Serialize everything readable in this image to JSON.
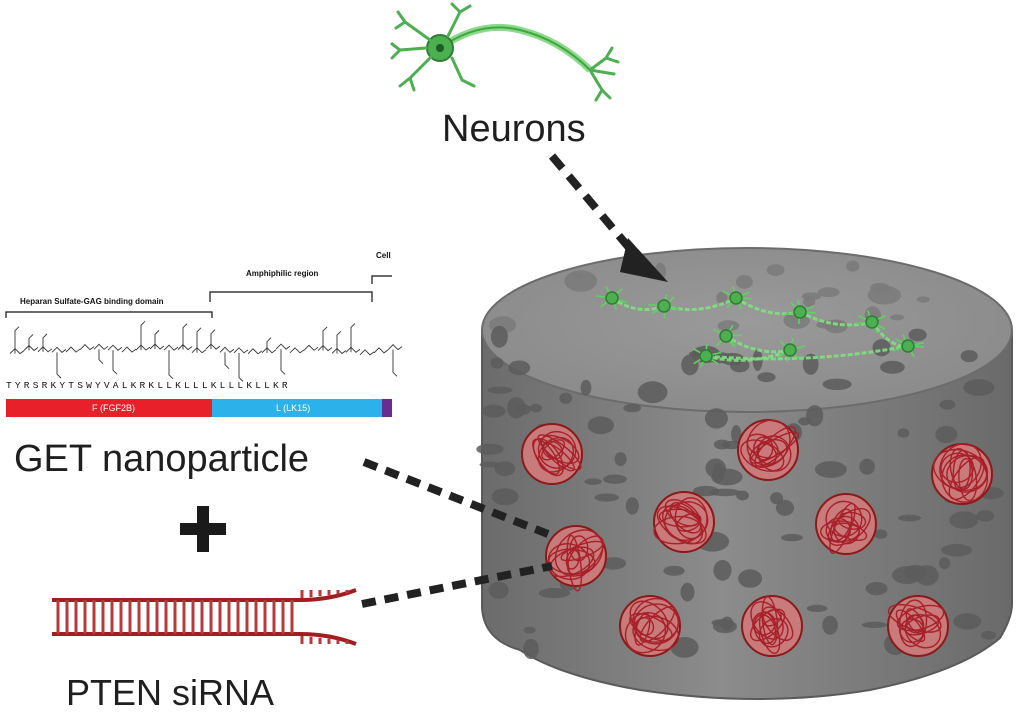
{
  "labels": {
    "neurons": "Neurons",
    "get_nanoparticle": "GET nanoparticle",
    "pten_sirna": "PTEN siRNA"
  },
  "peptide": {
    "domains": {
      "heparan": "Heparan Sulfate-GAG binding domain",
      "amphiphilic": "Amphiphilic region",
      "cell": "Cell"
    },
    "sequence": "TYRSRKYTSWYVALKRKLLKLLLKLLLKLLKR",
    "bar_f": "F   (FGF2B)",
    "bar_l": "L   (LK15)"
  },
  "colors": {
    "neuron": "#4caf50",
    "scaffold": "#8a8a8a",
    "nanoparticle": "#b22222",
    "sirna": "#a11d21",
    "bar_f": "#e8202a",
    "bar_l": "#2cb1ea",
    "bar_c": "#6a2c91"
  }
}
